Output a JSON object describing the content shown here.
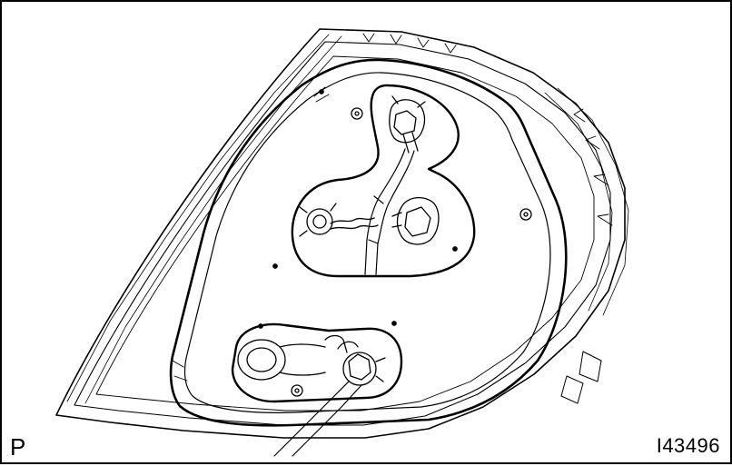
{
  "figure": {
    "corner_label": "P",
    "figure_id": "I43496"
  },
  "colors": {
    "line": "#000000",
    "background": "#ffffff"
  },
  "parts": [
    "tail-lamp-housing",
    "rear-gasket",
    "upper-bulb-cavity",
    "lower-bulb-cavity",
    "upper-left-bulb-socket",
    "upper-right-bulb-socket",
    "lower-left-bulb",
    "lower-right-bulb-socket",
    "wire-harness"
  ]
}
